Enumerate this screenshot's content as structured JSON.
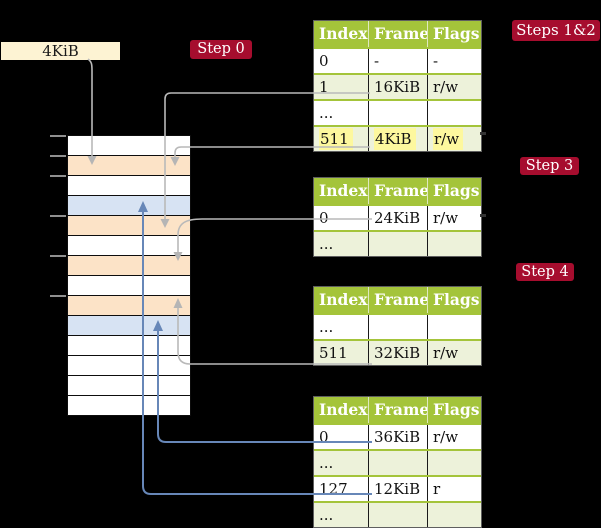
{
  "label_4kib": "4KiB",
  "badges": {
    "step0": "Step 0",
    "steps12": "Steps 1&2",
    "step3": "Step 3",
    "step4": "Step 4"
  },
  "colors": {
    "badge_red": "#a60d2e",
    "table_header_green": "#a4c43a",
    "table_row_green": "#edf2da",
    "highlight_yellow": "#fdf89e",
    "frame_free": "#ffffff",
    "frame_pagetable_orange": "#fce3c7",
    "frame_mapped_blue": "#d7e3f3",
    "label_cream": "#fdf3d3",
    "connector_gray": "#b9b9b9",
    "connector_blue": "#6787b8"
  },
  "memory": {
    "rows": [
      "free",
      "pagetable",
      "free",
      "mapped",
      "pagetable",
      "free",
      "pagetable",
      "free",
      "pagetable",
      "mapped",
      "free",
      "free",
      "free",
      "free"
    ]
  },
  "tables": [
    {
      "id": "level4",
      "columns": [
        "Index",
        "Frame",
        "Flags"
      ],
      "rows": [
        {
          "cells": [
            "0",
            "-",
            "-"
          ],
          "shaded": false,
          "highlight": false
        },
        {
          "cells": [
            "1",
            "16KiB",
            "r/w"
          ],
          "shaded": true,
          "highlight": false
        },
        {
          "cells": [
            "...",
            "",
            ""
          ],
          "shaded": false,
          "highlight": false
        },
        {
          "cells": [
            "511",
            "4KiB",
            "r/w"
          ],
          "shaded": true,
          "highlight": true
        }
      ]
    },
    {
      "id": "level3",
      "columns": [
        "Index",
        "Frame",
        "Flags"
      ],
      "rows": [
        {
          "cells": [
            "0",
            "24KiB",
            "r/w"
          ],
          "shaded": false,
          "highlight": false
        },
        {
          "cells": [
            "...",
            "",
            ""
          ],
          "shaded": true,
          "highlight": false
        }
      ]
    },
    {
      "id": "level2",
      "columns": [
        "Index",
        "Frame",
        "Flags"
      ],
      "rows": [
        {
          "cells": [
            "...",
            "",
            ""
          ],
          "shaded": false,
          "highlight": false
        },
        {
          "cells": [
            "511",
            "32KiB",
            "r/w"
          ],
          "shaded": true,
          "highlight": false
        }
      ]
    },
    {
      "id": "level1",
      "columns": [
        "Index",
        "Frame",
        "Flags"
      ],
      "rows": [
        {
          "cells": [
            "0",
            "36KiB",
            "r/w"
          ],
          "shaded": false,
          "highlight": false
        },
        {
          "cells": [
            "...",
            "",
            ""
          ],
          "shaded": true,
          "highlight": false
        },
        {
          "cells": [
            "127",
            "12KiB",
            "r"
          ],
          "shaded": false,
          "highlight": false
        },
        {
          "cells": [
            "...",
            "",
            ""
          ],
          "shaded": true,
          "highlight": false
        }
      ]
    }
  ]
}
